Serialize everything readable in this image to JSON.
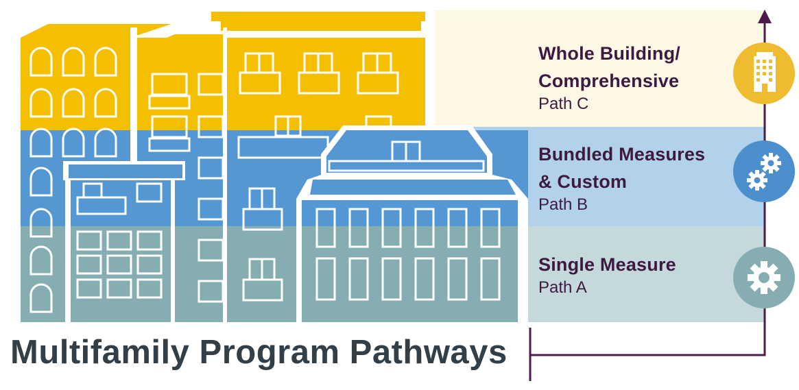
{
  "title": "Multifamily Program Pathways",
  "colors": {
    "yellow": "#f3bf00",
    "yellow_band": "#fdf7e5",
    "blue": "#5497d2",
    "blue_band": "#b2d1ea",
    "teal": "#86aeb2",
    "teal_band": "#c5d8dc",
    "arrow": "#4a1c4c",
    "text": "#3d1a3f",
    "title": "#333f48"
  },
  "paths": [
    {
      "id": "c",
      "heading_lines": [
        "Whole Building/",
        "Comprehensive"
      ],
      "path_label": "Path C",
      "icon": "building-icon",
      "icon_color": "#f0bc2f"
    },
    {
      "id": "b",
      "heading_lines": [
        "Bundled Measures",
        "& Custom"
      ],
      "path_label": "Path B",
      "icon": "gears-icon",
      "icon_color": "#4b8fcc"
    },
    {
      "id": "a",
      "heading_lines": [
        "Single Measure"
      ],
      "path_label": "Path A",
      "icon": "gear-icon",
      "icon_color": "#86aeb2"
    }
  ]
}
